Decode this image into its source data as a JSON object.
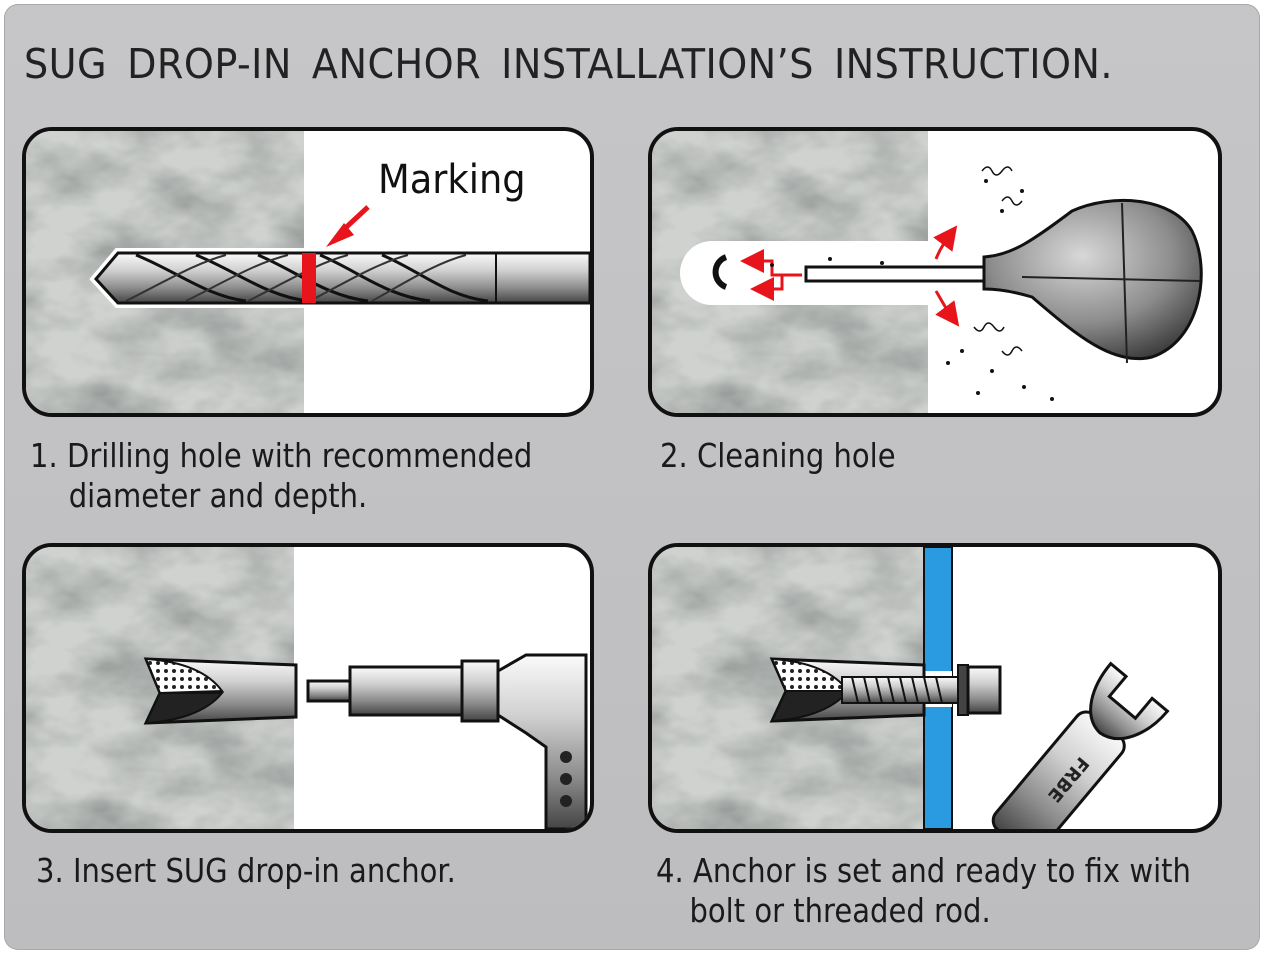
{
  "title": "SUG DROP-IN ANCHOR INSTALLATION’S INSTRUCTION.",
  "steps": [
    {
      "number": "1.",
      "line1": "Drilling hole with recommended",
      "line2": "diameter and depth."
    },
    {
      "number": "2.",
      "line1": "Cleaning hole",
      "line2": ""
    },
    {
      "number": "3.",
      "line1": "Insert SUG drop-in anchor.",
      "line2": ""
    },
    {
      "number": "4.",
      "line1": "Anchor is set and ready to fix with",
      "line2": "bolt or threaded rod."
    }
  ],
  "labels": {
    "marking": "Marking",
    "wrench_brand": "FRBE"
  },
  "colors": {
    "background": "#c4c4c6",
    "marker_red": "#e8141b",
    "fixture_blue": "#2a9be0",
    "marble": "#c9ccc9",
    "outline": "#111111"
  },
  "icons": [
    "drill-bit-icon",
    "blower-bulb-icon",
    "hammer-setting-tool-icon",
    "anchor-icon",
    "bolt-icon",
    "wrench-icon",
    "arrow-icon"
  ]
}
